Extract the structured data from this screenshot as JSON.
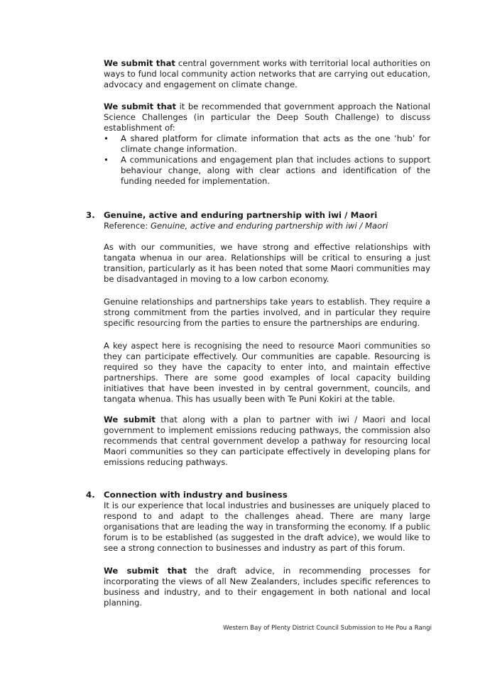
{
  "p1": {
    "lead": "We submit that",
    "text": " central government works with territorial local authorities on ways to fund local community action networks that are carrying out education, advocacy and engagement on climate change."
  },
  "p2": {
    "lead": "We submit that",
    "text": " it be recommended that government approach the National Science Challenges (in particular the Deep South Challenge) to discuss establishment of:"
  },
  "bullets": [
    "A shared platform for climate information that acts as the one ‘hub’ for climate change information.",
    "A communications and engagement plan that includes actions to support behaviour change, along with clear actions and identification of the funding needed for implementation."
  ],
  "bullet_char": "•",
  "s3": {
    "number": "3.",
    "title": "Genuine, active and enduring partnership with iwi / Maori",
    "ref_label": "Reference: ",
    "ref_text": "Genuine, active and enduring partnership with iwi / Maori",
    "para1": "As with our communities, we have strong and effective relationships with tangata whenua in our area. Relationships will be critical to ensuring a just transition, particularly as it has been noted that some Maori communities may be disadvantaged in moving to a low carbon economy.",
    "para2": "Genuine relationships and partnerships take years to establish. They require a strong commitment from the parties involved, and in particular they require specific resourcing from the parties to ensure the partnerships are enduring.",
    "para3": "A key aspect here is recognising the need to resource Maori communities so they can participate effectively.  Our communities are capable. Resourcing is required so they have the capacity to enter into, and maintain effective partnerships. There are some good examples of local capacity building initiatives that have been invested in by central government, councils, and tangata whenua.  This has usually been with Te Puni Kokiri at the table.",
    "para4_lead": "We submit",
    "para4_text": " that along with a plan to partner with iwi / Maori and local government to implement emissions reducing pathways, the commission also recommends that central government develop a pathway for resourcing local Maori communities so they can participate effectively in developing plans for emissions reducing pathways."
  },
  "s4": {
    "number": "4.",
    "title": "Connection with industry and business",
    "para1": "It is our experience that local industries and businesses are uniquely placed to respond to and adapt to the challenges ahead.  There are many large organisations that are leading the way in transforming the economy.  If a public forum is to be established (as suggested in the draft advice), we would like to see a strong connection to businesses and industry as part of this forum.",
    "para2_lead": "We submit that",
    "para2_text": " the draft advice, in recommending processes for incorporating the views of all New Zealanders, includes specific references to business and industry, and to their engagement in both national and local planning."
  },
  "footer": "Western Bay of Plenty District Council Submission to He Pou a Rangi"
}
